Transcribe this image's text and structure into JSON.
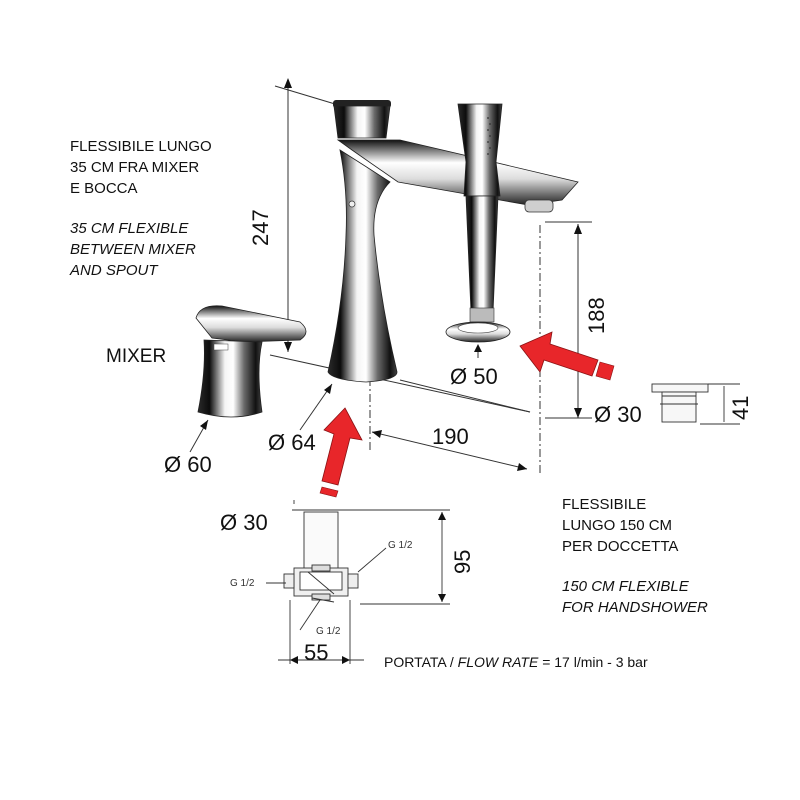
{
  "notes": {
    "mixer_spout_it": [
      "FLESSIBILE LUNGO",
      "35 CM FRA MIXER",
      "E BOCCA"
    ],
    "mixer_spout_en": [
      "35 CM FLEXIBLE",
      "BETWEEN MIXER",
      "AND SPOUT"
    ],
    "handshower_it": [
      "FLESSIBILE",
      "LUNGO 150 CM",
      "PER DOCCETTA"
    ],
    "handshower_en": [
      "150 CM FLEXIBLE",
      "FOR HANDSHOWER"
    ]
  },
  "labels": {
    "mixer": "MIXER"
  },
  "dimensions": {
    "height_spout": "247",
    "height_handshower": "188",
    "spacing": "190",
    "dia_spout_base": "Ø 64",
    "dia_mixer": "Ø 60",
    "dia_handshower": "Ø 50",
    "dia_connector": "Ø 30",
    "height_connector": "41",
    "dia_valve": "Ø 30",
    "height_valve": "95",
    "width_valve": "55",
    "thread": "G 1/2"
  },
  "flow": {
    "label_it": "PORTATA /",
    "label_en": "FLOW RATE",
    "value": "=  17 l/min   -   3 bar"
  },
  "colors": {
    "arrow_red": "#e8262a",
    "arrow_dark": "#b51c1f",
    "line": "#333333",
    "chrome_dark": "#1a1a1a",
    "chrome_light": "#f4f4f4"
  }
}
